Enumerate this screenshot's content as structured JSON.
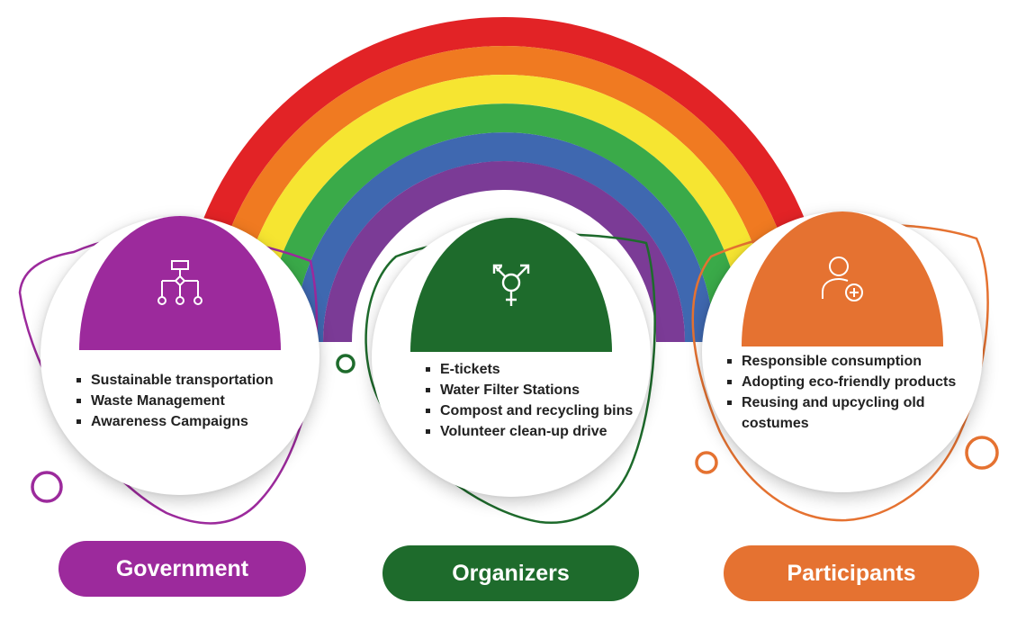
{
  "rainbow_colors": [
    "#e22326",
    "#f07a21",
    "#f6e531",
    "#3aaa49",
    "#3f68b0",
    "#7b3b96"
  ],
  "groups": [
    {
      "title": "Government",
      "color": "#9c2a9c",
      "icon": "hierarchy-icon",
      "items": [
        "Sustainable transportation",
        "Waste Management",
        "Awareness Campaigns"
      ]
    },
    {
      "title": "Organizers",
      "color": "#1e6b2c",
      "icon": "transgender-symbol-icon",
      "items": [
        "E-tickets",
        "Water Filter Stations",
        "Compost and recycling bins",
        "Volunteer clean-up drive"
      ]
    },
    {
      "title": "Participants",
      "color": "#e57231",
      "icon": "add-user-icon",
      "items": [
        "Responsible consumption",
        "Adopting eco-friendly products",
        "Reusing and upcycling old costumes"
      ]
    }
  ]
}
